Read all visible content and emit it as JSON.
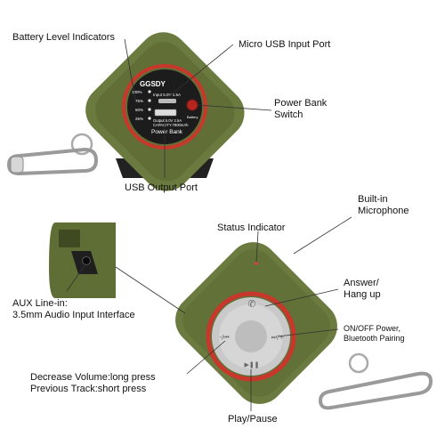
{
  "callouts": {
    "battery_level_indicators": "Battery Level Indicators",
    "micro_usb_input_port": "Micro USB Input Port",
    "power_bank_switch_line1": "Power Bank",
    "power_bank_switch_line2": "Switch",
    "usb_output_port": "USB Output Port",
    "builtin_microphone_line1": "Built-in",
    "builtin_microphone_line2": "Microphone",
    "status_indicator": "Status Indicator",
    "aux_line1": "AUX Line-in:",
    "aux_line2": "3.5mm Audio Input Interface",
    "answer_line1": "Answer/",
    "answer_line2": "Hang up",
    "onoff_line1": "ON/OFF Power,",
    "onoff_line2": "Bluetooth Pairing",
    "decrease_line1": "Decrease Volume:long press",
    "decrease_line2": "Previous Track:short press",
    "play_pause": "Play/Pause"
  },
  "device_back": {
    "brand": "GGSDY",
    "battery_levels": [
      "100%",
      "75%",
      "50%",
      "25%"
    ],
    "input_spec": "Input 5.0V 1.5A",
    "output_spec": "Output 5.0V 2.5A",
    "capacity": "CAPACITY:7800mAh",
    "power_bank_label": "Power Bank",
    "switch_label": "Battery"
  },
  "colors": {
    "body_green": "#6b7a3e",
    "dark_green": "#4e5a2c",
    "ring_red": "#c8372b",
    "panel_black": "#1a1a1a",
    "silver": "#c9c9c9"
  }
}
